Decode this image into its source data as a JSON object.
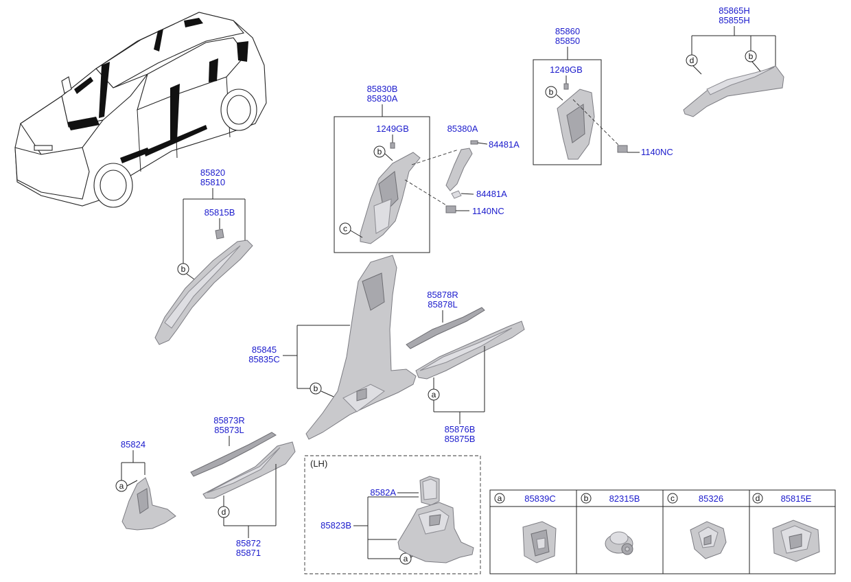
{
  "diagram": {
    "labels": {
      "p85865H": "85865H",
      "p85855H": "85855H",
      "p85860": "85860",
      "p85850": "85850",
      "p1249GB_right": "1249GB",
      "p1140NC_right": "1140NC",
      "p85830B": "85830B",
      "p85830A": "85830A",
      "p1249GB_mid": "1249GB",
      "p85380A": "85380A",
      "p84481A_top": "84481A",
      "p84481A_bot": "84481A",
      "p1140NC_mid": "1140NC",
      "p85820": "85820",
      "p85810": "85810",
      "p85815B": "85815B",
      "p85878R": "85878R",
      "p85878L": "85878L",
      "p85845": "85845",
      "p85835C": "85835C",
      "p85876B": "85876B",
      "p85875B": "85875B",
      "p85873R": "85873R",
      "p85873L": "85873L",
      "p85824": "85824",
      "p85872": "85872",
      "p85871": "85871",
      "p85823B": "85823B",
      "p8582A": "8582A",
      "lh": "(LH)"
    },
    "callouts": {
      "a": "a",
      "b": "b",
      "c": "c",
      "d": "d"
    },
    "legend": [
      {
        "letter": "a",
        "part": "85839C"
      },
      {
        "letter": "b",
        "part": "82315B"
      },
      {
        "letter": "c",
        "part": "85326"
      },
      {
        "letter": "d",
        "part": "85815E"
      }
    ],
    "colors": {
      "part_number": "#1a1acc",
      "part_fill": "#c9c9cc",
      "line": "#222222"
    }
  }
}
